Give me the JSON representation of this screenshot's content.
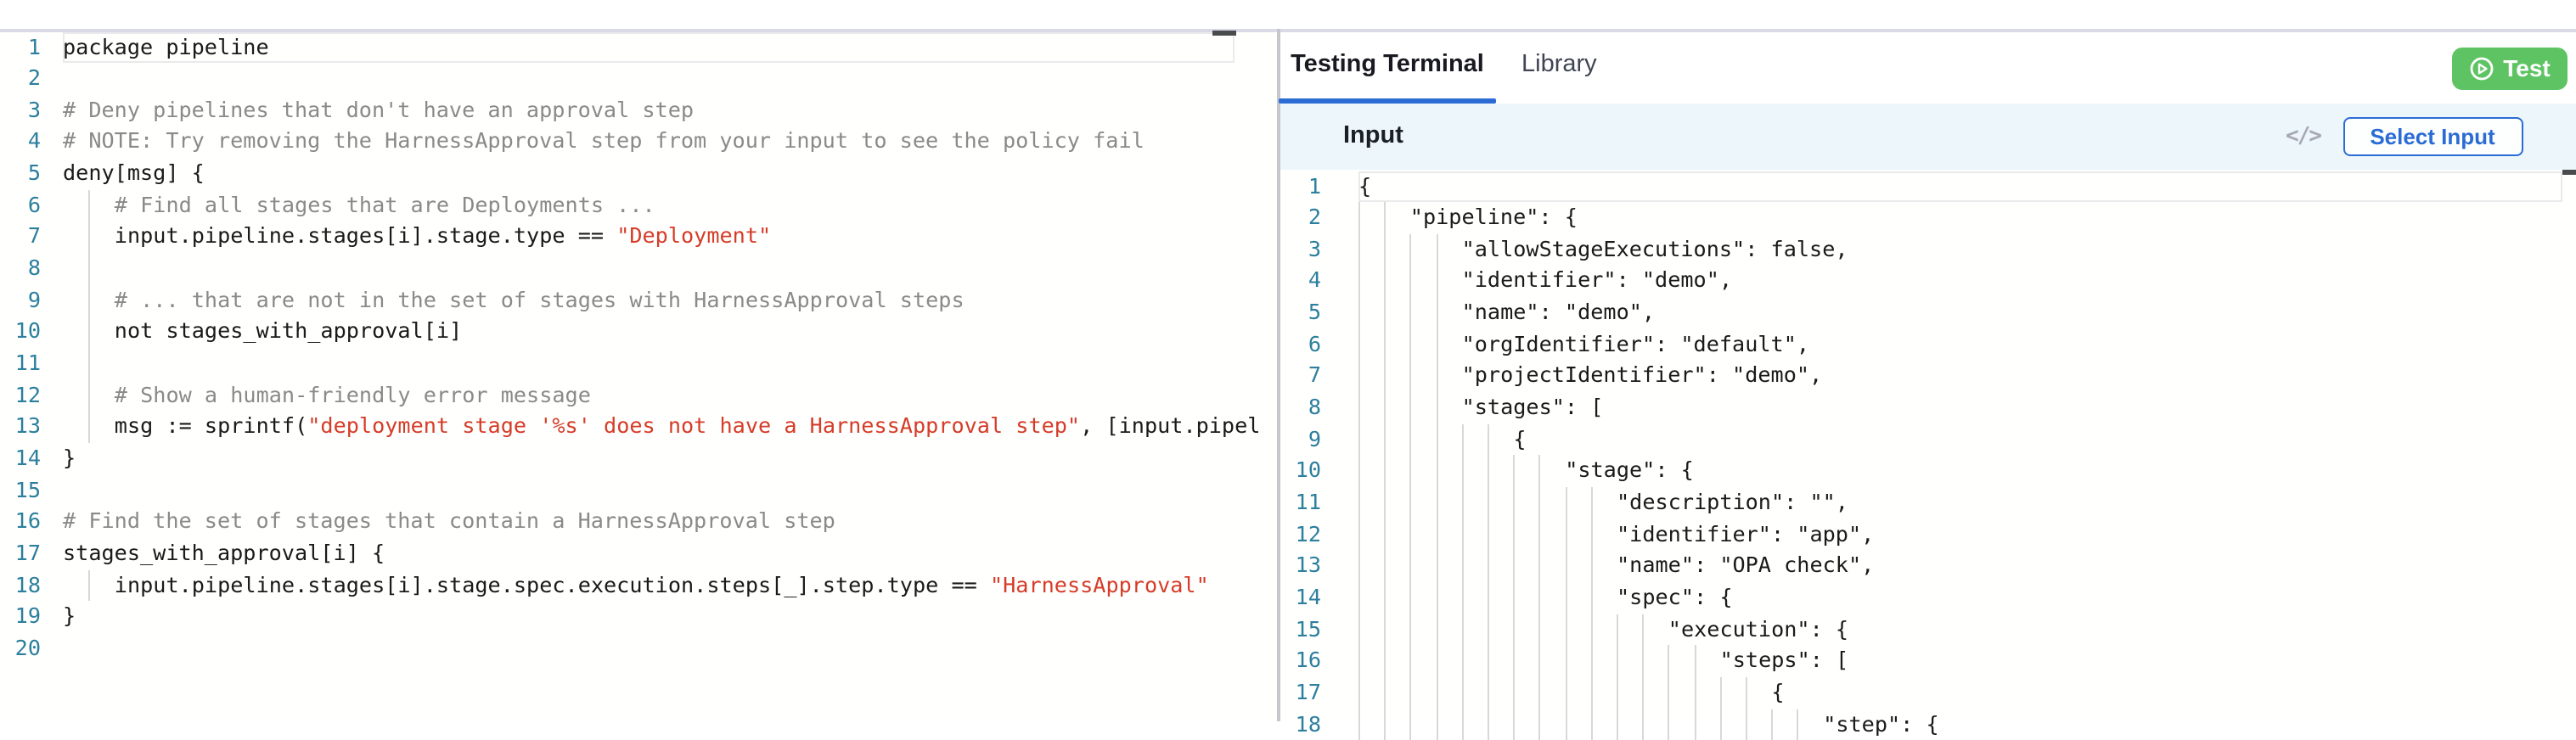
{
  "left_editor": {
    "language": "rego",
    "cursor_line": 1,
    "lines": [
      {
        "num": 1,
        "indent": 0,
        "segs": [
          [
            "code",
            "package pipeline"
          ]
        ]
      },
      {
        "num": 2,
        "indent": 0,
        "segs": []
      },
      {
        "num": 3,
        "indent": 0,
        "segs": [
          [
            "comment",
            "# Deny pipelines that don't have an approval step"
          ]
        ]
      },
      {
        "num": 4,
        "indent": 0,
        "segs": [
          [
            "comment",
            "# NOTE: Try removing the HarnessApproval step from your input to see the policy fail"
          ]
        ]
      },
      {
        "num": 5,
        "indent": 0,
        "segs": [
          [
            "code",
            "deny[msg] {"
          ]
        ]
      },
      {
        "num": 6,
        "indent": 4,
        "segs": [
          [
            "comment",
            "# Find all stages that are Deployments ..."
          ]
        ]
      },
      {
        "num": 7,
        "indent": 4,
        "segs": [
          [
            "code",
            "input.pipeline.stages[i].stage.type == "
          ],
          [
            "string",
            "\"Deployment\""
          ]
        ]
      },
      {
        "num": 8,
        "indent": 4,
        "segs": []
      },
      {
        "num": 9,
        "indent": 4,
        "segs": [
          [
            "comment",
            "# ... that are not in the set of stages with HarnessApproval steps"
          ]
        ]
      },
      {
        "num": 10,
        "indent": 4,
        "segs": [
          [
            "code",
            "not stages_with_approval[i]"
          ]
        ]
      },
      {
        "num": 11,
        "indent": 4,
        "segs": []
      },
      {
        "num": 12,
        "indent": 4,
        "segs": [
          [
            "comment",
            "# Show a human-friendly error message"
          ]
        ]
      },
      {
        "num": 13,
        "indent": 4,
        "segs": [
          [
            "code",
            "msg := sprintf("
          ],
          [
            "string",
            "\"deployment stage '%s' does not have a HarnessApproval step\""
          ],
          [
            "code",
            ", [input.pipel"
          ]
        ]
      },
      {
        "num": 14,
        "indent": 0,
        "segs": [
          [
            "code",
            "}"
          ]
        ]
      },
      {
        "num": 15,
        "indent": 0,
        "segs": []
      },
      {
        "num": 16,
        "indent": 0,
        "segs": [
          [
            "comment",
            "# Find the set of stages that contain a HarnessApproval step"
          ]
        ]
      },
      {
        "num": 17,
        "indent": 0,
        "segs": [
          [
            "code",
            "stages_with_approval[i] {"
          ]
        ]
      },
      {
        "num": 18,
        "indent": 4,
        "segs": [
          [
            "code",
            "input.pipeline.stages[i].stage.spec.execution.steps[_].step.type == "
          ],
          [
            "string",
            "\"HarnessApproval\""
          ]
        ]
      },
      {
        "num": 19,
        "indent": 0,
        "segs": [
          [
            "code",
            "}"
          ]
        ]
      },
      {
        "num": 20,
        "indent": 0,
        "segs": []
      }
    ]
  },
  "right_panel": {
    "tabs": [
      {
        "label": "Testing Terminal",
        "active": true
      },
      {
        "label": "Library",
        "active": false
      }
    ],
    "test_button_label": "Test",
    "input_section": {
      "title": "Input",
      "code_icon": "</>",
      "select_input_label": "Select Input"
    },
    "json_editor": {
      "cursor_line": 1,
      "lines": [
        {
          "num": 1,
          "indent": 0,
          "text": "{"
        },
        {
          "num": 2,
          "indent": 4,
          "text": "\"pipeline\": {"
        },
        {
          "num": 3,
          "indent": 8,
          "text": "\"allowStageExecutions\": false,"
        },
        {
          "num": 4,
          "indent": 8,
          "text": "\"identifier\": \"demo\","
        },
        {
          "num": 5,
          "indent": 8,
          "text": "\"name\": \"demo\","
        },
        {
          "num": 6,
          "indent": 8,
          "text": "\"orgIdentifier\": \"default\","
        },
        {
          "num": 7,
          "indent": 8,
          "text": "\"projectIdentifier\": \"demo\","
        },
        {
          "num": 8,
          "indent": 8,
          "text": "\"stages\": ["
        },
        {
          "num": 9,
          "indent": 12,
          "text": "{"
        },
        {
          "num": 10,
          "indent": 16,
          "text": "\"stage\": {"
        },
        {
          "num": 11,
          "indent": 20,
          "text": "\"description\": \"\","
        },
        {
          "num": 12,
          "indent": 20,
          "text": "\"identifier\": \"app\","
        },
        {
          "num": 13,
          "indent": 20,
          "text": "\"name\": \"OPA check\","
        },
        {
          "num": 14,
          "indent": 20,
          "text": "\"spec\": {"
        },
        {
          "num": 15,
          "indent": 24,
          "text": "\"execution\": {"
        },
        {
          "num": 16,
          "indent": 28,
          "text": "\"steps\": ["
        },
        {
          "num": 17,
          "indent": 32,
          "text": "{"
        },
        {
          "num": 18,
          "indent": 36,
          "text": "\"step\": {"
        }
      ]
    }
  },
  "colors": {
    "accent_blue": "#2b6cd4",
    "test_button_green": "#5ec463",
    "string_red": "#d63c28",
    "comment_gray": "#8a8a8a",
    "line_number_teal": "#2c7f9d",
    "input_band_blue": "#edf6fb",
    "top_border_lavender": "#dadae6"
  }
}
